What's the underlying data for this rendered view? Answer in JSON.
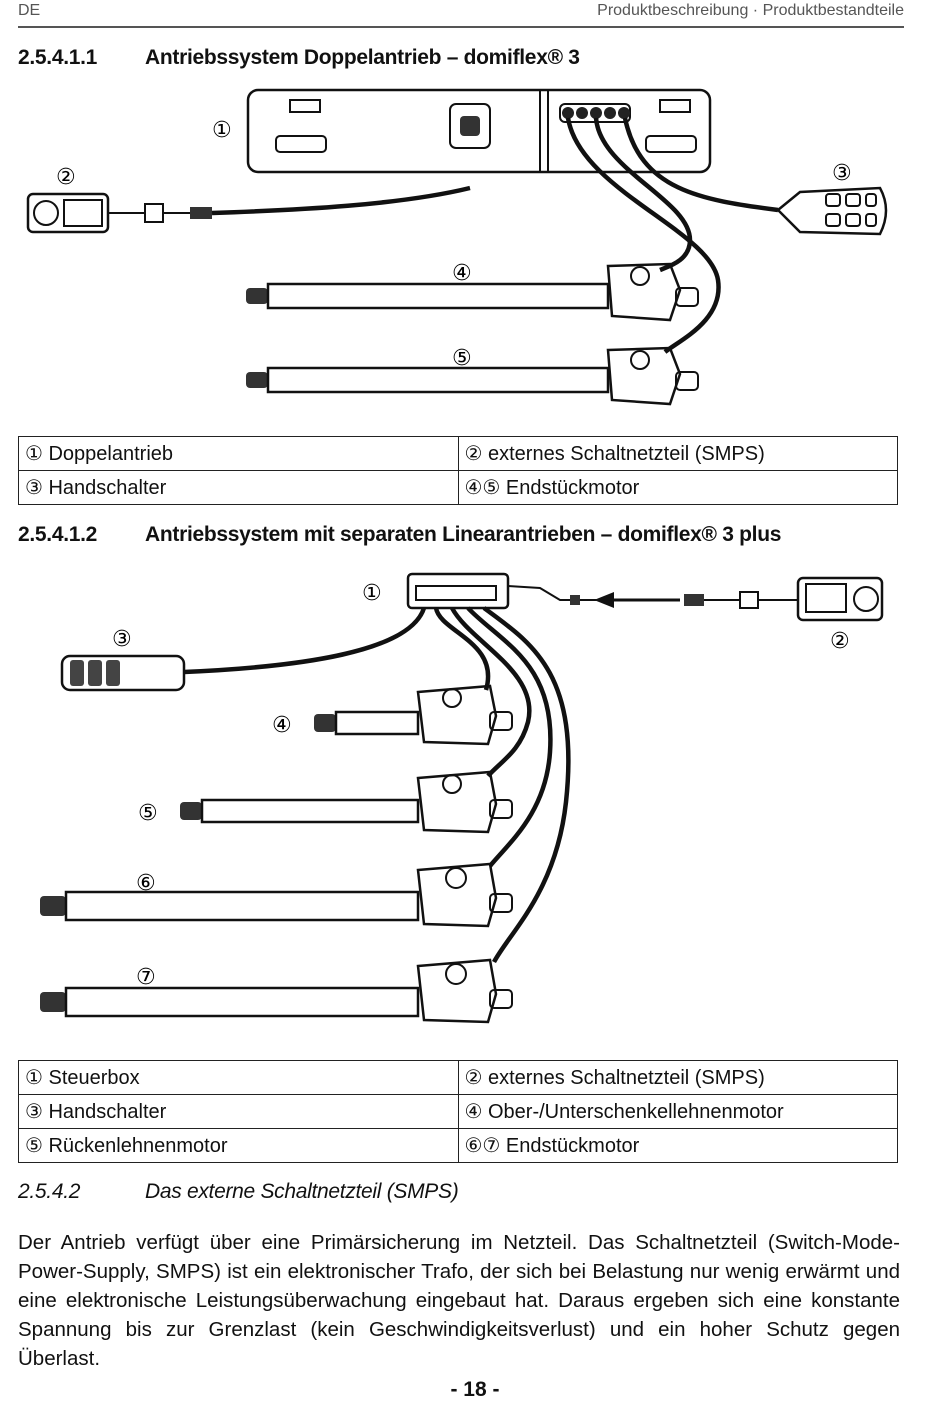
{
  "header": {
    "left": "DE",
    "right": "Produktbeschreibung · Produktbestandteile"
  },
  "section1": {
    "number": "2.5.4.1.1",
    "title": "Antriebssystem Doppelantrieb – domiflex® 3"
  },
  "figure1": {
    "labels": [
      "①",
      "②",
      "③",
      "④",
      "⑤"
    ]
  },
  "legend1": [
    [
      "① Doppelantrieb",
      "② externes Schaltnetzteil (SMPS)"
    ],
    [
      "③ Handschalter",
      "④⑤ Endstückmotor"
    ]
  ],
  "section2": {
    "number": "2.5.4.1.2",
    "title": "Antriebssystem mit separaten Linearantrieben – domiflex® 3 plus"
  },
  "figure2": {
    "labels": [
      "①",
      "②",
      "③",
      "④",
      "⑤",
      "⑥",
      "⑦"
    ]
  },
  "legend2": [
    [
      "① Steuerbox",
      "② externes Schaltnetzteil (SMPS)"
    ],
    [
      "③ Handschalter",
      "④ Ober-/Unterschenkellehnenmotor"
    ],
    [
      "⑤ Rückenlehnenmotor",
      "⑥⑦ Endstückmotor"
    ]
  ],
  "section3": {
    "number": "2.5.4.2",
    "title": "Das externe Schaltnetzteil (SMPS)"
  },
  "paragraph": "Der Antrieb verfügt über eine Primärsicherung im Netzteil. Das Schaltnetzteil (Switch-Mode-Power-Supply, SMPS) ist ein elektronischer Trafo, der sich bei Belastung nur wenig erwärmt und eine elektronische Leistungsüberwachung eingebaut hat. Daraus ergeben sich eine konstante Spannung bis zur Grenzlast (kein Geschwindigkeitsverlust) und ein hoher Schutz gegen Überlast.",
  "page_number": "- 18 -"
}
